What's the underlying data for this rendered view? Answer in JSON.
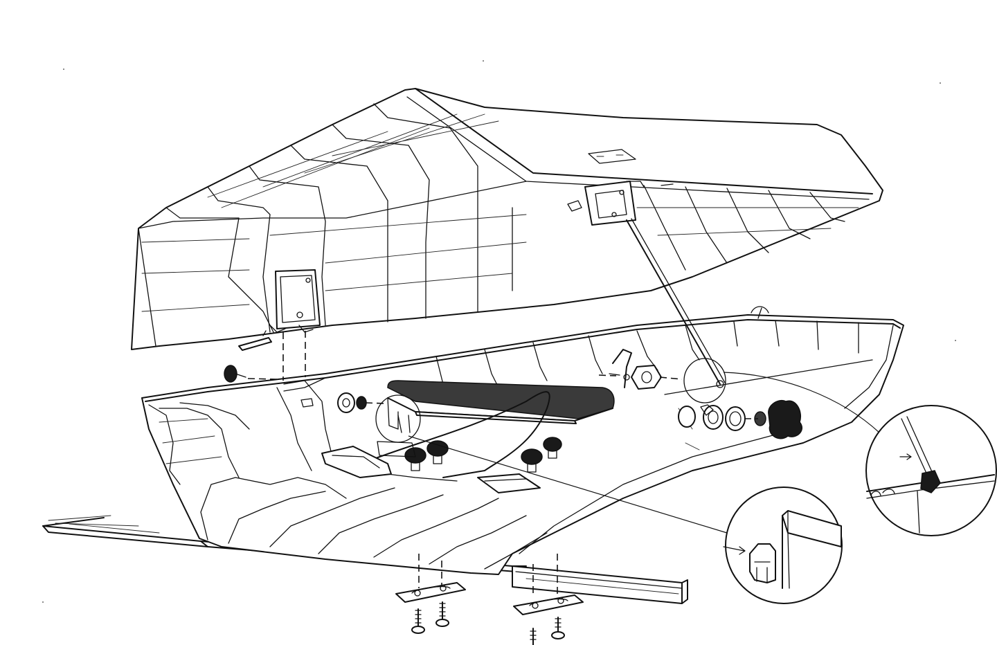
{
  "figure": {
    "subject": "roof-box-exploded-assembly",
    "colors": {
      "line": "#111111",
      "background": "#ffffff",
      "foam-bar": "#3a3a3a",
      "knob": "#1a1a1a"
    },
    "parts": [
      "lid",
      "base-shell",
      "roof-bar",
      "lid-hinge-left",
      "lid-hinge-right",
      "gas-strut",
      "foam-bar",
      "mounting-knobs",
      "lock-knob",
      "mounting-plates",
      "screws"
    ],
    "detail_callouts": [
      "strut-clip-detail",
      "bar-clip-detail"
    ]
  }
}
